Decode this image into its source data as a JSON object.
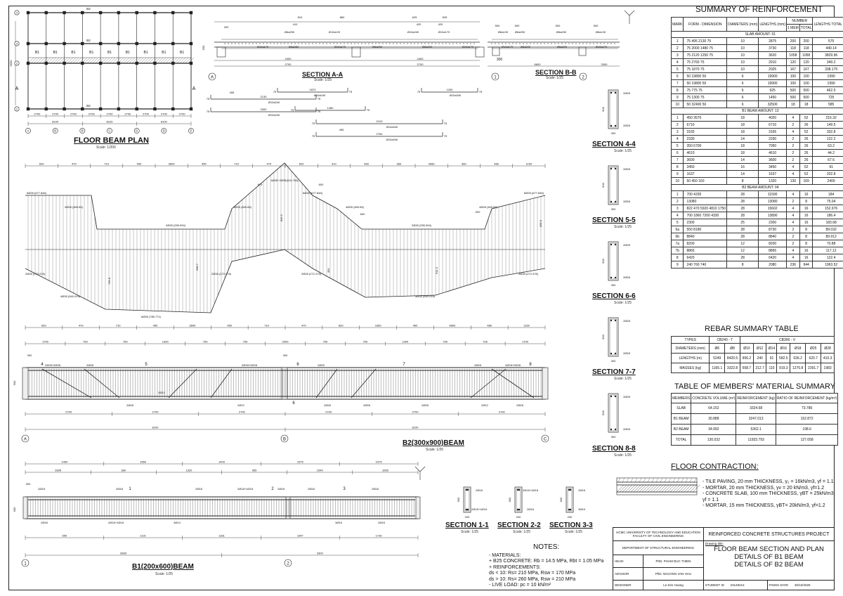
{
  "views": {
    "floor_plan": {
      "title": "FLOOR BEAM PLAN",
      "scale": "Scale: 1/200",
      "beam_b1": "B1",
      "beam_b2": "B2",
      "dims_top": [
        "9600"
      ],
      "dims_bottom_a": [
        "2700",
        "2700",
        "2700",
        "2700",
        "2700",
        "2700",
        "2700",
        "2700",
        "2700"
      ],
      "dims_bottom_b": [
        "8100",
        "8100",
        "8100"
      ],
      "axes_cols": [
        "A",
        "B",
        "B",
        "C",
        "D",
        "D",
        "E"
      ],
      "axes_rows": [
        "1",
        "2",
        "3",
        "4"
      ],
      "section_mark": "A"
    },
    "section_aa": {
      "title": "SECTION A-A",
      "scale": "Scale: 1/25",
      "dims": [
        "810",
        "860",
        "625",
        "625",
        "410",
        "420",
        "420",
        "320",
        "500",
        "2400",
        "2400",
        "2700",
        "2700"
      ],
      "labels": [
        "Ø6a250",
        "Ø10a170",
        "Ø6a250",
        "Ø10a120",
        "Ø10a170",
        "Ø6a200",
        "Ø10a240",
        "Ø10a170",
        "Ø6a200",
        "Ø10a170"
      ]
    },
    "section_bb": {
      "title": "SECTION B-B",
      "scale": "Scale: 1/25",
      "dims": [
        "500",
        "500",
        "500",
        "500",
        "300",
        "6600",
        "3300"
      ],
      "labels": [
        "Ø6a130",
        "Ø6a250",
        "Ø6a250",
        "Ø6a130",
        "Ø10a170",
        "Ø6a200",
        "Ø6a200",
        "Ø10a170"
      ]
    },
    "slab_bars": [
      {
        "len": "2130",
        "ends": "75",
        "label": "Ø10a240",
        "dim2": "495"
      },
      {
        "len": "1870",
        "ends": "75",
        "label": "Ø10a240"
      },
      {
        "len": "1250",
        "ends": "75",
        "label": "Ø10a340"
      },
      {
        "len": "2000",
        "ends": "75",
        "label": "Ø10a240"
      },
      {
        "len": "1480",
        "ends": "75",
        "label": ""
      },
      {
        "len": "2120",
        "ends": "75",
        "label": "Ø10a340"
      },
      {
        "len": "2760",
        "ends": "75",
        "label": "Ø10a340",
        "dim2": "495"
      }
    ],
    "b2_diagram": {
      "top_dims": [
        "620",
        "470",
        "710",
        "450",
        "3600",
        "450",
        "710",
        "470",
        "620",
        "410",
        "460",
        "360",
        "4080",
        "360",
        "480",
        "1150"
      ],
      "bottom_dims": [
        "620",
        "470",
        "710",
        "450",
        "3600",
        "450",
        "710",
        "470",
        "620",
        "1060",
        "460",
        "4800",
        "480",
        "1150"
      ],
      "labels_top": [
        "6Ø28 (677.846)",
        "4Ø28 (469.65)",
        "2Ø28 (255.994)",
        "4Ø28 (469.65)",
        "6Ø28+2Ø25(813.764)",
        "6Ø28 (677.846)",
        "4Ø28 (469.65)",
        "2Ø28 (255.994)",
        "4Ø28 (469.65)",
        "6Ø28 (677.846)",
        "670",
        "600",
        "600",
        "520"
      ],
      "labels_bottom": [
        "2Ø28 (272.476)",
        "4Ø28 (540.019)",
        "6Ø28 (785.771)",
        "2Ø28 (272.476)",
        "2Ø28 (272.476)",
        "4Ø28 (540.019)",
        "2Ø28 (272.476)"
      ],
      "vertical_dims": [
        "739.8",
        "568.7",
        "846.5",
        "454",
        "511.3",
        "695.9"
      ]
    },
    "b2_beam": {
      "title": "B2(300x900)BEAM",
      "scale": "Scale: 1/25",
      "top_dims": [
        "1700",
        "700",
        "700",
        "1300",
        "700",
        "700",
        "2000",
        "700",
        "700",
        "1300",
        "700",
        "700",
        "1700"
      ],
      "bottom_dims": [
        "2700",
        "2700",
        "2700",
        "2700",
        "2700",
        "2700"
      ],
      "total_dims": [
        "8100",
        "8100"
      ],
      "axes": [
        "A",
        "B",
        "C"
      ],
      "side_dims": [
        "300",
        "300",
        "900"
      ],
      "labels": [
        "2Ø28+2Ø28",
        "2Ø28",
        "2Ø28+2Ø28",
        "2Ø25",
        "2Ø28",
        "2Ø28+2Ø28",
        "2Ø12",
        "2Ø28",
        "2Ø12",
        "2Ø28",
        "2Ø28",
        "2Ø28",
        "2Ø12",
        "2Ø28"
      ],
      "section_marks": [
        "4",
        "5",
        "6",
        "6",
        "7",
        "8"
      ]
    },
    "b1_beam": {
      "title": "B1(200x600)BEAM",
      "scale": "Scale: 1/25",
      "top_dims": [
        "1400",
        "3350",
        "1400",
        "1575",
        "1575",
        "2895",
        "360",
        "1320",
        "965",
        "1540",
        "1065"
      ],
      "bottom_dims": [
        "659",
        "1191",
        "1181",
        "1947",
        "1730"
      ],
      "total_dims": [
        "6600",
        "3300"
      ],
      "axes": [
        "1",
        "2"
      ],
      "side_dims": [
        "300",
        "900"
      ],
      "labels": [
        "2Ø18",
        "2Ø18",
        "2Ø18",
        "2Ø18+1Ø18",
        "2Ø18",
        "2Ø18",
        "2Ø18",
        "2Ø18+1Ø18",
        "3Ø14",
        "2Ø18",
        "3Ø16",
        "2Ø18"
      ],
      "section_marks": [
        "1",
        "2",
        "3"
      ]
    },
    "small_sections": [
      {
        "title": "SECTION 4-4",
        "scale": "Scale: 1/25",
        "top": "2Ø28",
        "bot": "2Ø28",
        "h": "900",
        "w": "300"
      },
      {
        "title": "SECTION 5-5",
        "scale": "Scale: 1/25",
        "top": "2Ø28",
        "bot": "2Ø28",
        "h": "900",
        "w": "300"
      },
      {
        "title": "SECTION 6-6",
        "scale": "Scale: 1/25",
        "top": "2Ø28",
        "bot": "2Ø28",
        "h": "900",
        "w": "300"
      },
      {
        "title": "SECTION 7-7",
        "scale": "Scale: 1/25",
        "top": "2Ø28",
        "bot": "2Ø28",
        "h": "900",
        "w": "300"
      },
      {
        "title": "SECTION 8-8",
        "scale": "Scale: 1/25",
        "top": "2Ø28",
        "bot": "2Ø28",
        "h": "900",
        "w": "300"
      }
    ],
    "b1_sections": [
      {
        "title": "SECTION 1-1",
        "scale": "Scale: 1/25",
        "top": "2Ø18",
        "bot": "2Ø18+1Ø18",
        "h": "600",
        "w": "200"
      },
      {
        "title": "SECTION 2-2",
        "scale": "Scale: 1/25",
        "top": "2Ø18+1Ø18",
        "bot": "2Ø18",
        "h": "600",
        "w": "200"
      },
      {
        "title": "SECTION 3-3",
        "scale": "Scale: 1/25",
        "top": "2Ø18",
        "bot": "3Ø16",
        "h": "600",
        "w": "200"
      }
    ]
  },
  "summary": {
    "title": "SUMMARY OF REINFORCEMENT",
    "headers": [
      "MARK",
      "FORM - DIMENSION",
      "DIAMETERS (mm)",
      "LENGTHS (mm)",
      "NUMBER",
      "",
      "LENGTHS TOTAL (m)"
    ],
    "subheaders": [
      "1 MEM",
      "TOTAL"
    ],
    "groups": [
      {
        "label": "SLAB AMOUNT: 01",
        "rows": [
          [
            "1",
            "75 495 2130 75",
            "10",
            "2875",
            "200",
            "200",
            "575"
          ],
          [
            "2",
            "75 2000 1480 75",
            "10",
            "3730",
            "118",
            "118",
            "440.14"
          ],
          [
            "3",
            "75 2120 1250 75",
            "10",
            "3620",
            "1058",
            "1058",
            "3829.96"
          ],
          [
            "4",
            "75 2760 75",
            "10",
            "2910",
            "120",
            "120",
            "349.2"
          ],
          [
            "5",
            "75 1870 75",
            "10",
            "2025",
            "167",
            "167",
            "338.175"
          ],
          [
            "6",
            "50 19800 50",
            "6",
            "19900",
            "100",
            "100",
            "1990"
          ],
          [
            "7",
            "50 19800 50",
            "6",
            "19900",
            "100",
            "100",
            "1990"
          ],
          [
            "8",
            "75 775 75",
            "6",
            "925",
            "500",
            "500",
            "462.5"
          ],
          [
            "9",
            "75 1300 75",
            "6",
            "1450",
            "500",
            "500",
            "725"
          ],
          [
            "10",
            "50 32400 50",
            "6",
            "32500",
            "18",
            "18",
            "585"
          ]
        ]
      },
      {
        "label": "B1 BEAM AMOUNT: 13",
        "rows": [
          [
            "1",
            "450 3570",
            "18",
            "4020",
            "4",
            "52",
            "216.32"
          ],
          [
            "2",
            "6710",
            "18",
            "6710",
            "2",
            "26",
            "149.5"
          ],
          [
            "3",
            "3165",
            "18",
            "3165",
            "4",
            "52",
            "332.8"
          ],
          [
            "4",
            "2330",
            "14",
            "2330",
            "2",
            "26",
            "122.2"
          ],
          [
            "5",
            "350 6700",
            "18",
            "7050",
            "2",
            "26",
            "63.2"
          ],
          [
            "6",
            "4610",
            "18",
            "4610",
            "2",
            "26",
            "44.2"
          ],
          [
            "7",
            "3600",
            "14",
            "3600",
            "2",
            "26",
            "67.6"
          ],
          [
            "8",
            "3450",
            "16",
            "3450",
            "4",
            "52",
            "91"
          ],
          [
            "9",
            "1637",
            "14",
            "1637",
            "4",
            "52",
            "202.8"
          ],
          [
            "10",
            "50 450 160",
            "8",
            "1320",
            "130",
            "169",
            "2400"
          ]
        ]
      },
      {
        "label": "B2 BEAM AMOUNT: 04",
        "rows": [
          [
            "1",
            "700 4335",
            "28",
            "11500",
            "4",
            "16",
            "184"
          ],
          [
            "2",
            "13080",
            "28",
            "13080",
            "2",
            "8",
            "75.04"
          ],
          [
            "3",
            "822 470 5920 4810 1750",
            "28",
            "15602",
            "4",
            "16",
            "152.976"
          ],
          [
            "4",
            "700 1860 7200 4330",
            "28",
            "13890",
            "4",
            "16",
            "186.4"
          ],
          [
            "5",
            "2300",
            "25",
            "2300",
            "4",
            "16",
            "183.68"
          ],
          [
            "6a",
            "550 8180",
            "28",
            "8730",
            "2",
            "8",
            "89.032"
          ],
          [
            "6b",
            "8840",
            "28",
            "8840",
            "2",
            "8",
            "89.912"
          ],
          [
            "7a",
            "8200",
            "12",
            "8200",
            "2",
            "8",
            "70.88"
          ],
          [
            "7b",
            "8865",
            "12",
            "8865",
            "4",
            "16",
            "117.12"
          ],
          [
            "8",
            "6420",
            "28",
            "6420",
            "4",
            "16",
            "122.4"
          ],
          [
            "9",
            "240 760 740",
            "8",
            "2080",
            "236",
            "944",
            "1963.52"
          ]
        ]
      }
    ]
  },
  "rebar_summary": {
    "title": "REBAR SUMMARY TABLE",
    "types": [
      "TYPES",
      "CB240 - T",
      "CB300 - V"
    ],
    "diameters": [
      "DIAMETERS (mm)",
      "Ø6",
      "Ø8",
      "Ø10",
      "Ø12",
      "Ø14",
      "Ø16",
      "Ø18",
      "Ø25",
      "Ø28"
    ],
    "lengths": [
      "LENGTHS (m)",
      "5249",
      "8420.5",
      "906.2",
      "240",
      "91",
      "582.5",
      "636.2",
      "620.7",
      "410.3"
    ],
    "masses": [
      "MASSES (kg)",
      "1165.1",
      "3322.8",
      "558.7",
      "212.7",
      "110",
      "919.3",
      "1270.8",
      "2391.7",
      "1983"
    ]
  },
  "material_summary": {
    "title": "TABLE OF MEMBERS' MATERIAL SUMMARY",
    "headers": [
      "MEMBERS",
      "CONCRETE VOLUME (m³)",
      "REINFORCEMENT (kg)",
      "RATIO OF REINFORCEMENT (kg/m³)"
    ],
    "rows": [
      [
        "SLAB",
        "64.152",
        "3324.68",
        "73.786"
      ],
      [
        "B1 BEAM",
        "30.888",
        "3247.013",
        "152.872"
      ],
      [
        "B2 BEAM",
        "34.992",
        "5362.1",
        "198.6"
      ],
      [
        "TOTAL",
        "130.032",
        "11933.793",
        "127.658"
      ]
    ]
  },
  "floor_construction": {
    "title": "FLOOR CONTRACTION:",
    "lines": [
      "- TILE PAVING, 20 mm THICKNESS, γ₂ = 16kN/m3, γf = 1.1",
      "- MORTAR, 20 mm THICKNESS, γv = 20 kN/m3, γf=1.2",
      "- CONCRETE SLAB, 100 mm THICKNESS, γBT = 25kN/m3,",
      "   γf = 1.1",
      "- MORTAR, 15 mm THICKNESS, γBT= 20kN/m3, γf=1.2"
    ]
  },
  "notes": {
    "title": "NOTES:",
    "lines": [
      "- MATERIALS:",
      "+ B25 CONCRETE: Rb = 14.5 MPa, Rbt = 1.05 MPa",
      "+ REINFORCEMENTS:",
      "ds < 10: Rs= 210 MPa, Rsw = 170 MPa",
      "ds > 10: Rs= 260 MPa, Rsw = 210 MPa",
      "- LIVE LOAD: pc = 10 kN/m²"
    ]
  },
  "title_block": {
    "university": "HCMC UNIVERSITY OF TECHNOLOGY AND EDUCATION",
    "faculty": "FACULTY OF CIVIL ENGINEERING",
    "department": "DEPARTMENT OF STRUCTURAL ENGINEERING",
    "project": "REINFORCED CONCRETE STRUCTURES PROJECT",
    "drawing_title_label": "Drawing title:",
    "drawing_title": [
      "FLOOR BEAM SECTION AND PLAN",
      "DETAILS OF B1 BEAM",
      "DETAILS OF B2 BEAM"
    ],
    "head_label": "HEAD",
    "head_name": "PhD. PHAM DUC THIEN",
    "advisor_label": "ADVISOR",
    "advisor_name": "PhD. NGUYEN VAN HAU",
    "designer_label": "DESIGNER",
    "designer_name": "Le Kim Hoang",
    "student_id_label": "STUDENT ID",
    "student_id": "23149214",
    "finish_date_label": "FINISH DATE",
    "finish_date": "30/10/2025"
  }
}
